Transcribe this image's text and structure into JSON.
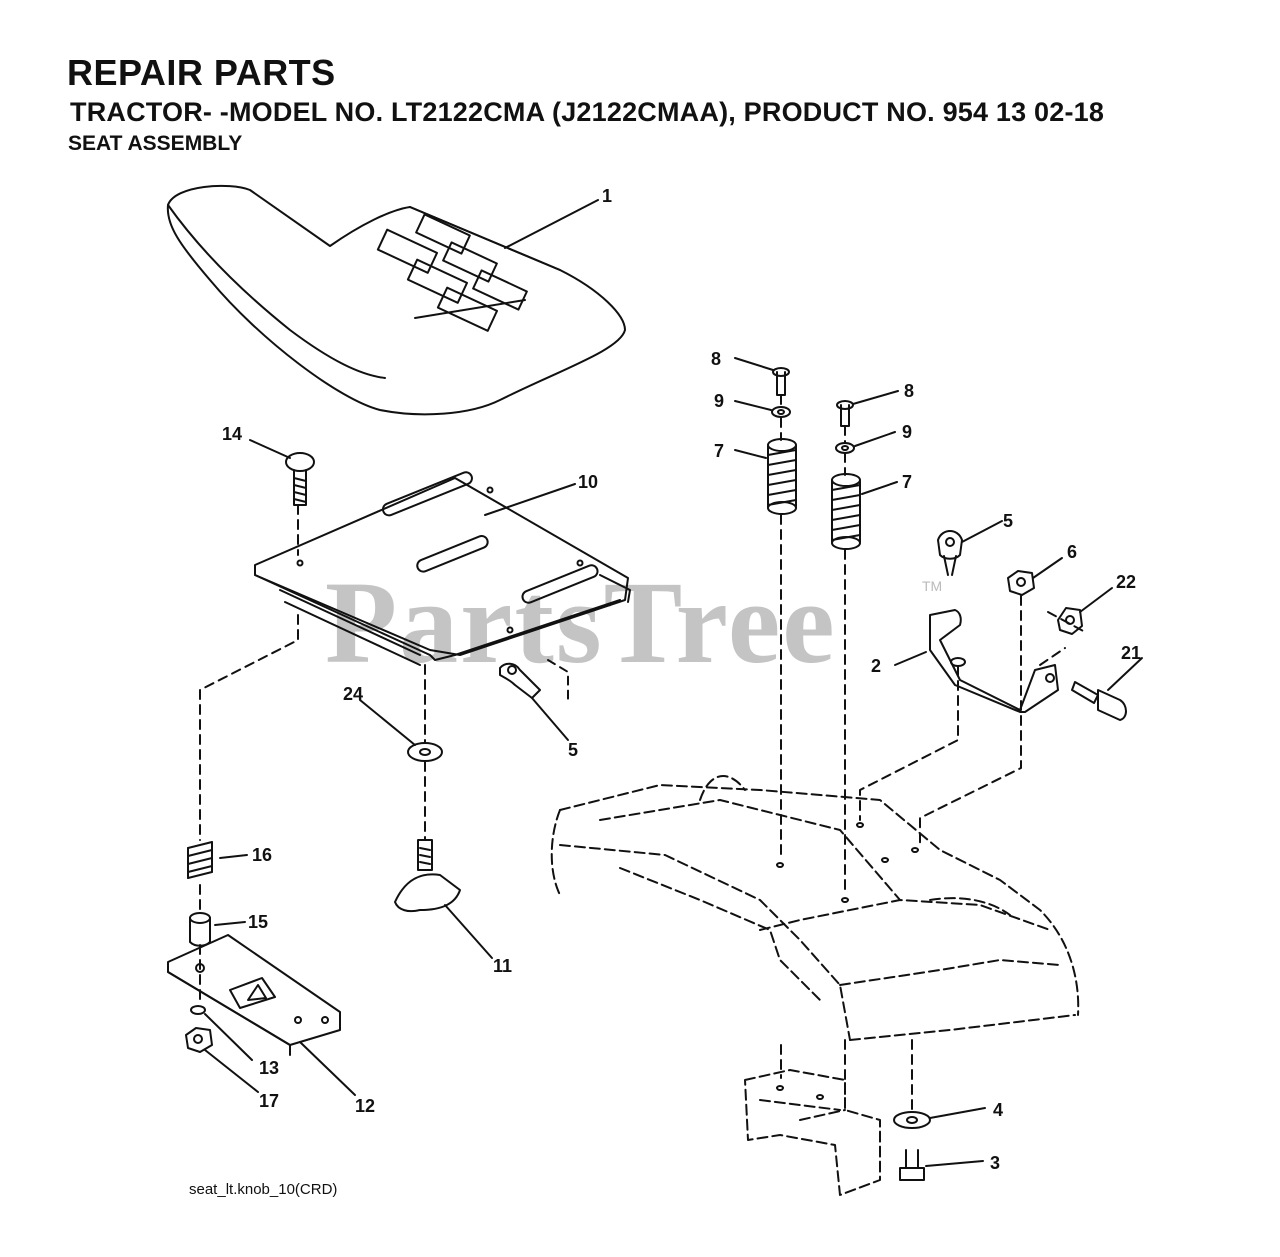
{
  "header": {
    "title": "REPAIR PARTS",
    "subtitle": "TRACTOR- -MODEL NO. LT2122CMA (J2122CMAA), PRODUCT NO. 954 13 02-18",
    "section": "SEAT ASSEMBLY"
  },
  "watermark": {
    "text": "PartsTree",
    "tm": "TM"
  },
  "footer": {
    "drawing_id": "seat_lt.knob_10(CRD)"
  },
  "callouts": {
    "seat": "1",
    "bracket": "2",
    "bolt_bottom": "3",
    "washer_bottom": "4",
    "clip_right": "5",
    "clip_left": "5",
    "nut_6": "6",
    "spring_left": "7",
    "spring_right": "7",
    "bolt_8_left": "8",
    "bolt_8_right": "8",
    "washer_9_left": "9",
    "washer_9_right": "9",
    "seat_pan": "10",
    "knob": "11",
    "slide_plate": "12",
    "washer_13": "13",
    "carriage_bolt": "14",
    "spacer": "15",
    "spring_16": "16",
    "nut_17": "17",
    "bolt_21": "21",
    "nut_22": "22",
    "washer_24": "24"
  }
}
